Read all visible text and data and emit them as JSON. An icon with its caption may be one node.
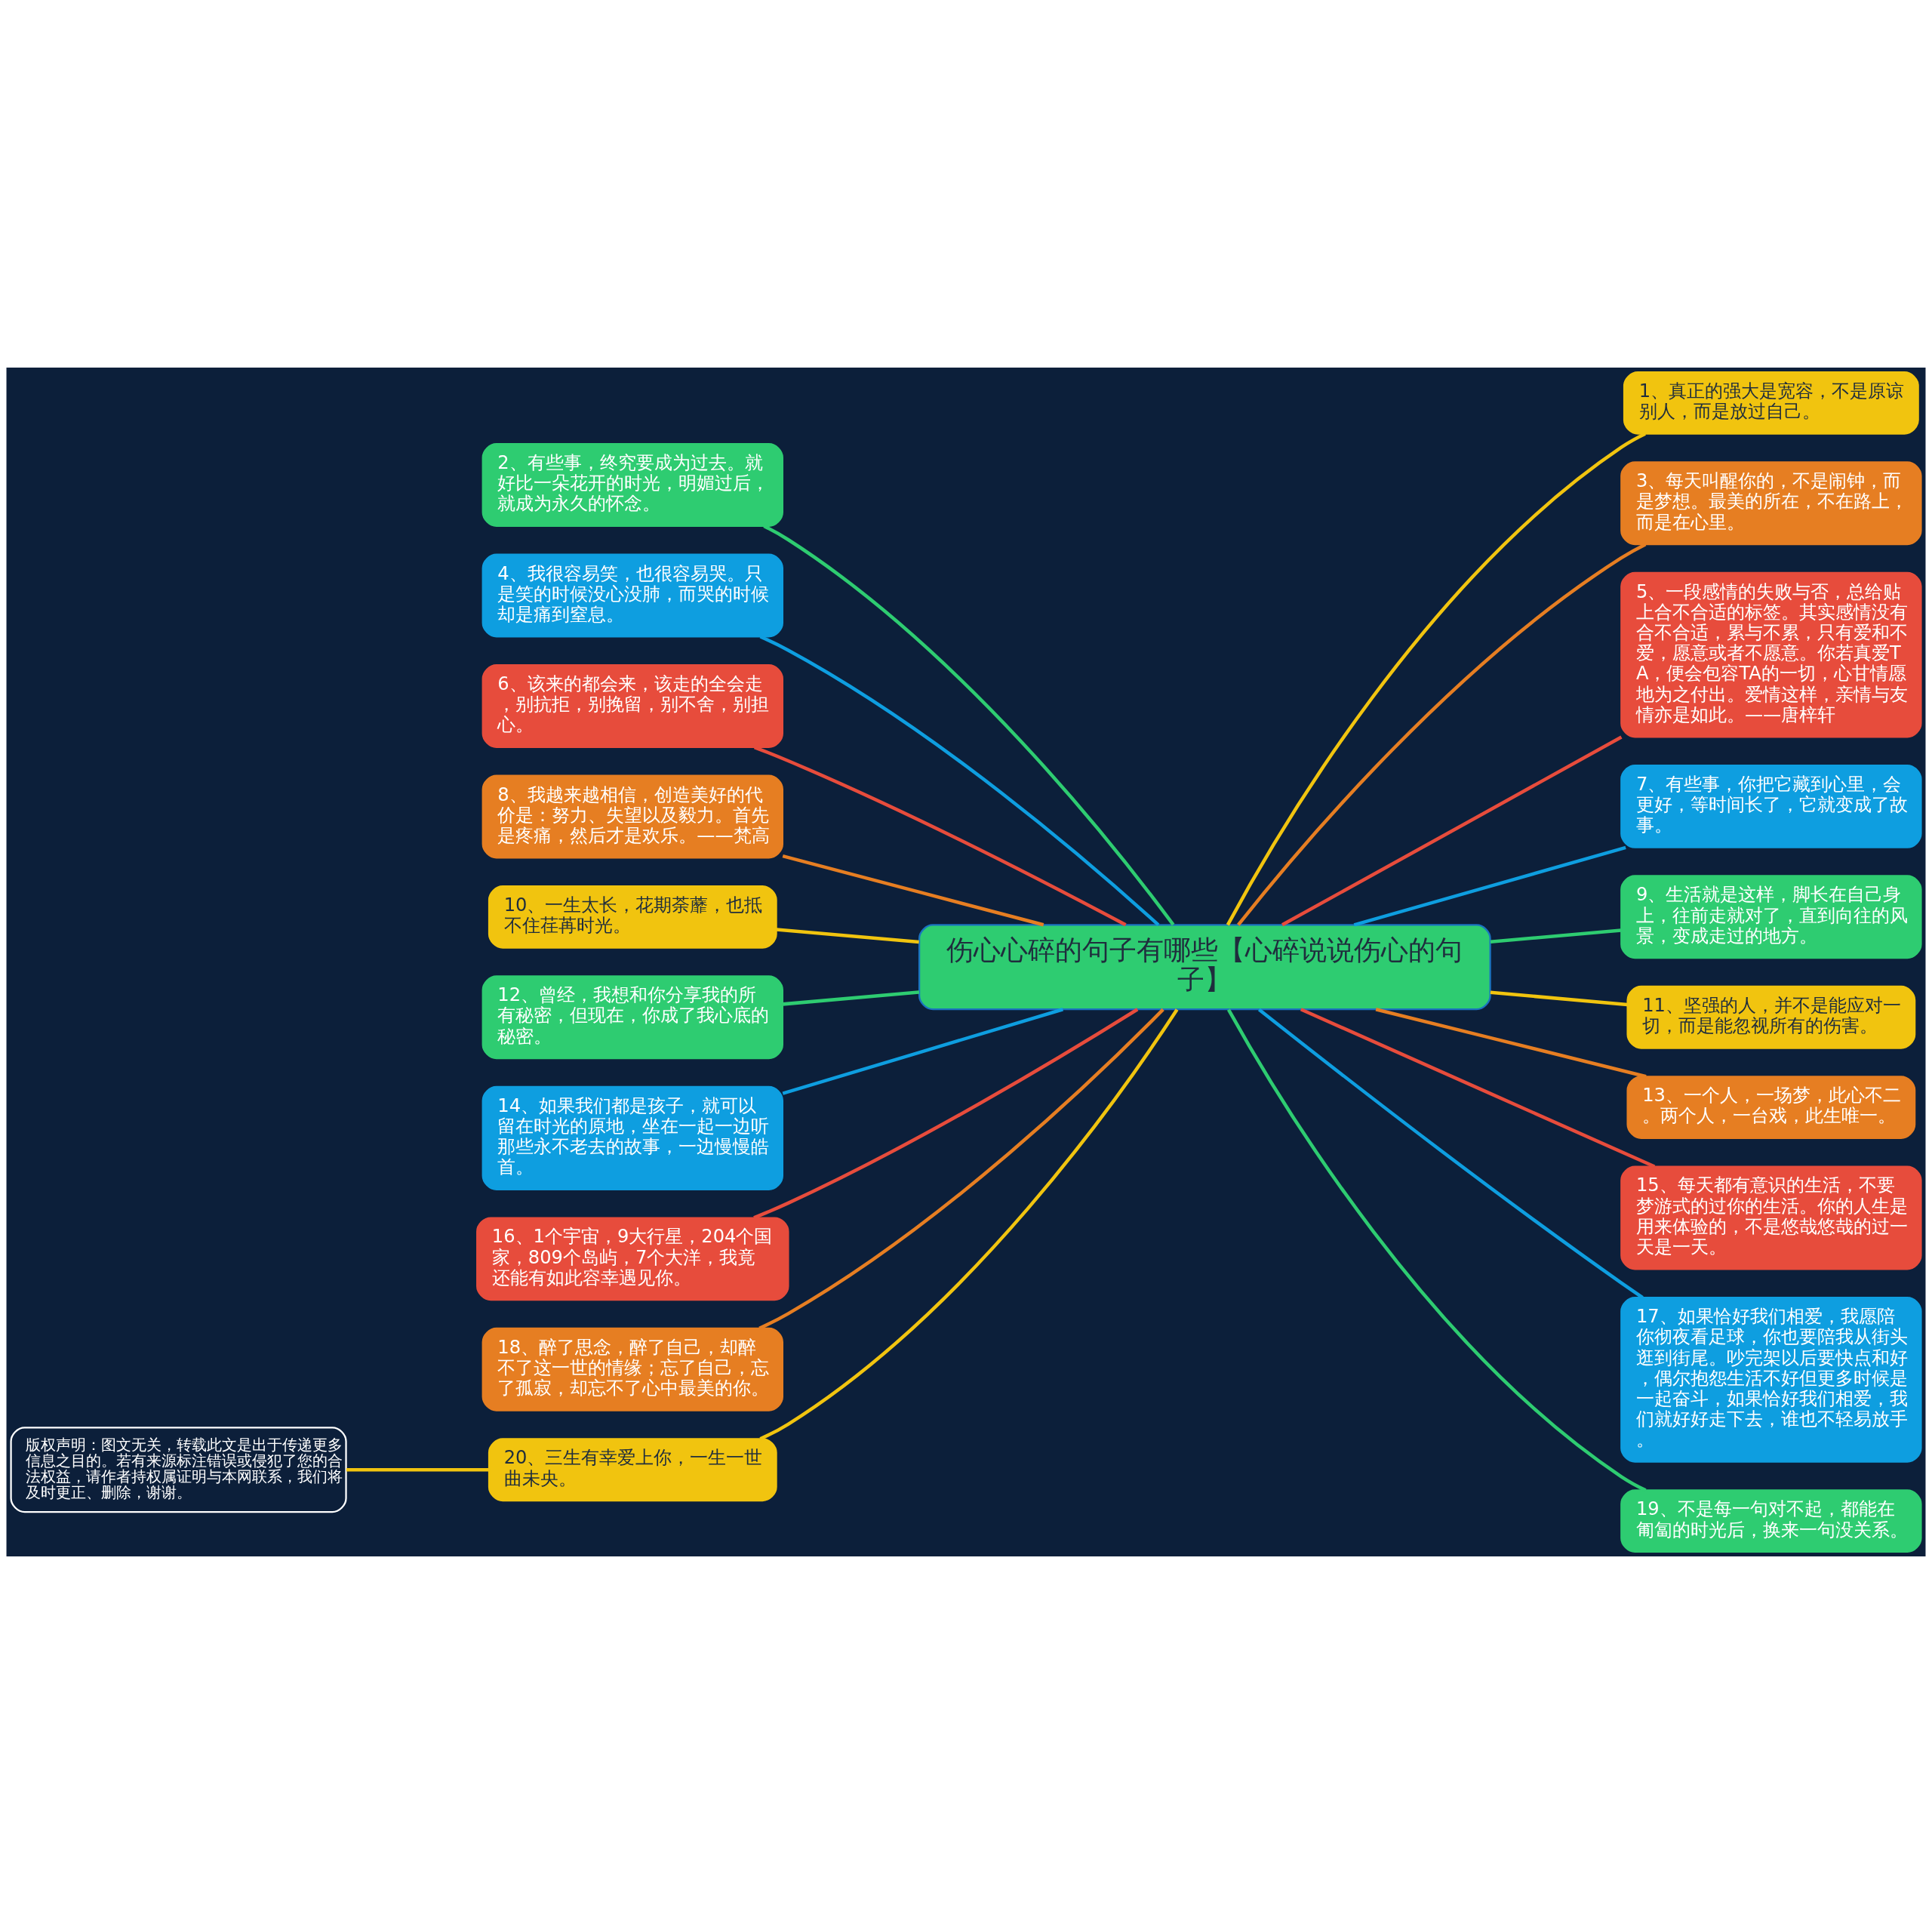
{
  "diagram": {
    "nodes": [
      {
        "text": [
          "伤心心碎的句子有哪些【心碎说说伤心的句子】"
        ]
      },
      {
        "text": [
          "1、真正的强大是宽容，不是原谅别人，而是放过自己。"
        ]
      },
      {
        "text": [
          "2、有些事，终究要成为过去。就好比一朵花开的时光，明媚过后，就成为永久的怀念。"
        ]
      },
      {
        "text": [
          "3、每天叫醒你的，不是闹钟，而是梦想。最美的所在，不在路上，而是在心里。"
        ]
      },
      {
        "text": [
          "4、我很容易笑，也很容易哭。只是笑的时候没心没肺，而哭的时候却是痛到窒息。"
        ]
      },
      {
        "text": [
          "5、一段感情的失败与否，总给贴上合不合适的标签。其实感情没有合不合适，累与不累，只有爱和不爱，愿意或者不愿意。你若真爱TA，便会包容TA的一切，心甘情愿地为之付出。爱情这样，亲情与友情亦是如此。——唐梓轩"
        ]
      },
      {
        "text": [
          "6、该来的都会来，该走的全会走，别抗拒，别挽留，别不舍，别担心。"
        ]
      },
      {
        "text": [
          "7、有些事，你把它藏到心里，会更好，等时间长了，它就变成了故事。"
        ]
      },
      {
        "text": [
          "8、我越来越相信，创造美好的代价是：努力、失望以及毅力。首先是疼痛，然后才是欢乐。——梵高"
        ]
      },
      {
        "text": [
          "9、生活就是这样，脚长在自己身上，往前走就对了，直到向往的风景，变成走过的地方。"
        ]
      },
      {
        "text": [
          "10、一生太长，花期荼蘼，也抵不住荏苒时光。"
        ]
      },
      {
        "text": [
          "11、坚强的人，并不是能应对一切，而是能忽视所有的伤害。"
        ]
      },
      {
        "text": [
          "12、曾经，我想和你分享我的所有秘密，但现在，你成了我心底的秘密。"
        ]
      },
      {
        "text": [
          "13、一个人，一场梦，此心不二。两个人，一台戏，此生唯一。"
        ]
      },
      {
        "text": [
          "14、如果我们都是孩子，就可以留在时光的原地，坐在一起一边听那些永不老去的故事，一边慢慢皓首。"
        ]
      },
      {
        "text": [
          "15、每天都有意识的生活，不要梦游式的过你的生活。你的人生是用来体验的，不是悠哉悠哉的过一天是一天。"
        ]
      },
      {
        "text": [
          "16、1个宇宙，9大行星，204个国家，809个岛屿，7个大洋，我竟还能有如此容幸遇见你。"
        ]
      },
      {
        "text": [
          "17、如果恰好我们相爱，我愿陪你彻夜看足球，你也要陪我从街头逛到街尾。吵完架以后要快点和好，偶尔抱怨生活不好但更多时候是一起奋斗，如果恰好我们相爱，我们就好好走下去，谁也不轻易放手。"
        ]
      },
      {
        "text": [
          "18、醉了思念，醉了自己，却醉不了这一世的情缘；忘了自己，忘了孤寂，却忘不了心中最美的你。"
        ]
      },
      {
        "text": [
          "19、不是每一句对不起，都能在匍匐的时光后，换来一句没关系。"
        ]
      },
      {
        "text": [
          "20、三生有幸爱上你，一生一世曲未央。"
        ]
      },
      {
        "text": [
          "版权声明：图文无关，转载此文是出于传递更多信息之目的。若有来源标注错误或侵犯了您的合法权益，请作者持权属证明与本网联系，我们将及时更正、删除，谢谢。"
        ]
      }
    ],
    "edges": [
      {
        "from": 0,
        "to": 1,
        "arrow": "none",
        "color": "#f1c40f"
      },
      {
        "from": 0,
        "to": 2,
        "arrow": "none",
        "color": "#2ecc71"
      },
      {
        "from": 0,
        "to": 3,
        "arrow": "none",
        "color": "#e67e22"
      },
      {
        "from": 0,
        "to": 4,
        "arrow": "none",
        "color": "#0e9ee0"
      },
      {
        "from": 0,
        "to": 5,
        "arrow": "none",
        "color": "#e74c3c"
      },
      {
        "from": 0,
        "to": 6,
        "arrow": "none",
        "color": "#e74c3c"
      },
      {
        "from": 0,
        "to": 7,
        "arrow": "none",
        "color": "#0e9ee0"
      },
      {
        "from": 0,
        "to": 8,
        "arrow": "none",
        "color": "#e67e22"
      },
      {
        "from": 0,
        "to": 9,
        "arrow": "none",
        "color": "#2ecc71"
      },
      {
        "from": 0,
        "to": 10,
        "arrow": "none",
        "color": "#f1c40f"
      },
      {
        "from": 0,
        "to": 11,
        "arrow": "none",
        "color": "#f1c40f"
      },
      {
        "from": 0,
        "to": 12,
        "arrow": "none",
        "color": "#2ecc71"
      },
      {
        "from": 0,
        "to": 13,
        "arrow": "none",
        "color": "#e67e22"
      },
      {
        "from": 0,
        "to": 14,
        "arrow": "none",
        "color": "#0e9ee0"
      },
      {
        "from": 0,
        "to": 15,
        "arrow": "none",
        "color": "#e74c3c"
      },
      {
        "from": 0,
        "to": 16,
        "arrow": "none",
        "color": "#e74c3c"
      },
      {
        "from": 0,
        "to": 17,
        "arrow": "none",
        "color": "#0e9ee0"
      },
      {
        "from": 0,
        "to": 18,
        "arrow": "none",
        "color": "#e67e22"
      },
      {
        "from": 0,
        "to": 19,
        "arrow": "none",
        "color": "#2ecc71"
      },
      {
        "from": 0,
        "to": 20,
        "arrow": "none",
        "color": "#f1c40f"
      },
      {
        "from": 20,
        "to": 21,
        "arrow": "none",
        "color": "#f1c40f"
      }
    ]
  }
}
